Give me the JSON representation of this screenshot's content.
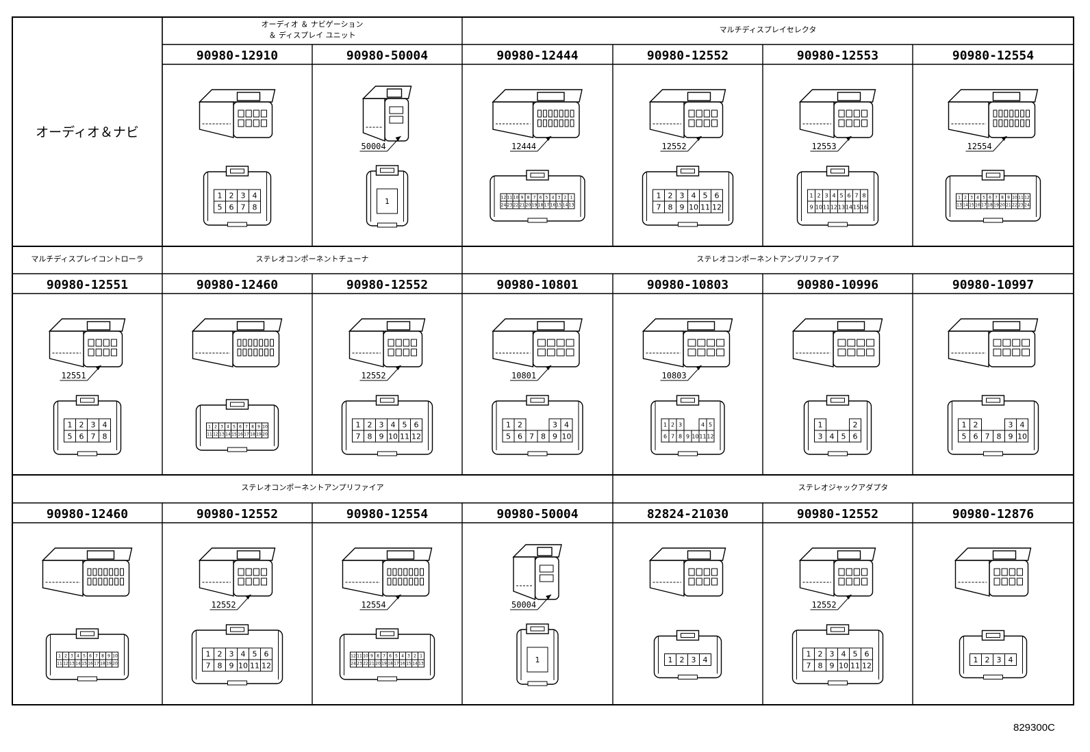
{
  "rows": [
    {
      "side_label": "オーディオ＆ナビ",
      "groups": [
        {
          "label": "オーディオ ＆ ナビゲーション\n＆ ディスプレイ ユニット",
          "cols": [
            1,
            2
          ]
        },
        {
          "label": "マルチディスプレイセレクタ",
          "cols": [
            3,
            6
          ]
        }
      ],
      "cells": [
        {
          "col": 0,
          "part": "",
          "connector": null
        },
        {
          "col": 1,
          "part": "90980-12910",
          "callout": "",
          "kind": "latch",
          "pin_layout": [
            [
              1,
              2,
              3,
              4
            ],
            [
              5,
              6,
              7,
              8
            ]
          ]
        },
        {
          "col": 2,
          "part": "90980-50004",
          "callout": "50004",
          "kind": "single",
          "pin_layout": [
            [
              1
            ]
          ]
        },
        {
          "col": 3,
          "part": "90980-12444",
          "callout": "12444",
          "kind": "wide",
          "pin_layout": [
            [
              12,
              11,
              10,
              9,
              8,
              7,
              6,
              5,
              4,
              3,
              2,
              1
            ],
            [
              24,
              23,
              22,
              21,
              20,
              19,
              18,
              17,
              16,
              15,
              14,
              13
            ]
          ]
        },
        {
          "col": 4,
          "part": "90980-12552",
          "callout": "12552",
          "kind": "tab",
          "pin_layout": [
            [
              1,
              2,
              3,
              4,
              5,
              6
            ],
            [
              7,
              8,
              9,
              10,
              11,
              12
            ]
          ]
        },
        {
          "col": 5,
          "part": "90980-12553",
          "callout": "12553",
          "kind": "tab",
          "pin_layout": [
            [
              1,
              2,
              3,
              4,
              5,
              6,
              7,
              8
            ],
            [
              9,
              10,
              11,
              12,
              13,
              14,
              15,
              16
            ]
          ]
        },
        {
          "col": 6,
          "part": "90980-12554",
          "callout": "12554",
          "kind": "wide",
          "pin_layout": [
            [
              1,
              2,
              3,
              4,
              5,
              6,
              7,
              8,
              9,
              10,
              11,
              12
            ],
            [
              13,
              14,
              15,
              16,
              17,
              18,
              19,
              20,
              21,
              22,
              23,
              24
            ]
          ]
        }
      ]
    },
    {
      "side_label": "",
      "groups": [
        {
          "label": "マルチディスプレイコントローラ",
          "cols": [
            0,
            0
          ]
        },
        {
          "label": "ステレオコンポーネントチューナ",
          "cols": [
            1,
            2
          ]
        },
        {
          "label": "ステレオコンポーネントアンプリファイア",
          "cols": [
            3,
            6
          ]
        }
      ],
      "cells": [
        {
          "col": 0,
          "part": "90980-12551",
          "callout": "12551",
          "kind": "tab",
          "pin_layout": [
            [
              1,
              2,
              3,
              4
            ],
            [
              5,
              6,
              7,
              8
            ]
          ]
        },
        {
          "col": 1,
          "part": "90980-12460",
          "callout": "",
          "kind": "wide",
          "pin_layout": [
            [
              1,
              2,
              3,
              4,
              5,
              6,
              7,
              8,
              9,
              10
            ],
            [
              11,
              12,
              13,
              14,
              15,
              16,
              17,
              18,
              19,
              20
            ]
          ]
        },
        {
          "col": 2,
          "part": "90980-12552",
          "callout": "12552",
          "kind": "tab",
          "pin_layout": [
            [
              1,
              2,
              3,
              4,
              5,
              6
            ],
            [
              7,
              8,
              9,
              10,
              11,
              12
            ]
          ]
        },
        {
          "col": 3,
          "part": "90980-10801",
          "callout": "10801",
          "kind": "box",
          "pin_layout": [
            [
              1,
              2,
              null,
              null,
              3,
              4
            ],
            [
              5,
              6,
              7,
              8,
              9,
              10
            ]
          ]
        },
        {
          "col": 4,
          "part": "90980-10803",
          "callout": "10803",
          "kind": "box",
          "pin_layout": [
            [
              1,
              2,
              3,
              null,
              null,
              4,
              5
            ],
            [
              6,
              7,
              8,
              9,
              10,
              11,
              12
            ]
          ]
        },
        {
          "col": 5,
          "part": "90980-10996",
          "callout": "",
          "kind": "box",
          "pin_layout": [
            [
              1,
              null,
              null,
              2
            ],
            [
              3,
              4,
              5,
              6
            ]
          ]
        },
        {
          "col": 6,
          "part": "90980-10997",
          "callout": "",
          "kind": "box",
          "pin_layout": [
            [
              1,
              2,
              null,
              null,
              3,
              4
            ],
            [
              5,
              6,
              7,
              8,
              9,
              10
            ]
          ]
        }
      ]
    },
    {
      "side_label": "",
      "groups": [
        {
          "label": "ステレオコンポーネントアンプリファイア",
          "cols": [
            0,
            3
          ]
        },
        {
          "label": "ステレオジャックアダプタ",
          "cols": [
            4,
            6
          ]
        }
      ],
      "cells": [
        {
          "col": 0,
          "part": "90980-12460",
          "callout": "",
          "kind": "wide",
          "pin_layout": [
            [
              1,
              2,
              3,
              4,
              5,
              6,
              7,
              8,
              9,
              10
            ],
            [
              11,
              12,
              13,
              14,
              15,
              16,
              17,
              18,
              19,
              20
            ]
          ]
        },
        {
          "col": 1,
          "part": "90980-12552",
          "callout": "12552",
          "kind": "tab",
          "pin_layout": [
            [
              1,
              2,
              3,
              4,
              5,
              6
            ],
            [
              7,
              8,
              9,
              10,
              11,
              12
            ]
          ]
        },
        {
          "col": 2,
          "part": "90980-12554",
          "callout": "12554",
          "kind": "wide",
          "pin_layout": [
            [
              12,
              11,
              10,
              9,
              8,
              7,
              6,
              5,
              4,
              3,
              2,
              1
            ],
            [
              24,
              23,
              22,
              21,
              20,
              19,
              18,
              17,
              16,
              15,
              14,
              13
            ]
          ]
        },
        {
          "col": 3,
          "part": "90980-50004",
          "callout": "50004",
          "kind": "single",
          "pin_layout": [
            [
              1
            ]
          ]
        },
        {
          "col": 4,
          "part": "82824-21030",
          "callout": "",
          "kind": "latch",
          "pin_layout": [
            [
              1,
              2,
              3,
              4
            ]
          ]
        },
        {
          "col": 5,
          "part": "90980-12552",
          "callout": "12552",
          "kind": "tab",
          "pin_layout": [
            [
              1,
              2,
              3,
              4,
              5,
              6
            ],
            [
              7,
              8,
              9,
              10,
              11,
              12
            ]
          ]
        },
        {
          "col": 6,
          "part": "90980-12876",
          "callout": "",
          "kind": "latch",
          "pin_layout": [
            [
              1,
              2,
              3,
              4
            ]
          ]
        }
      ]
    }
  ],
  "footer_code": "829300C"
}
